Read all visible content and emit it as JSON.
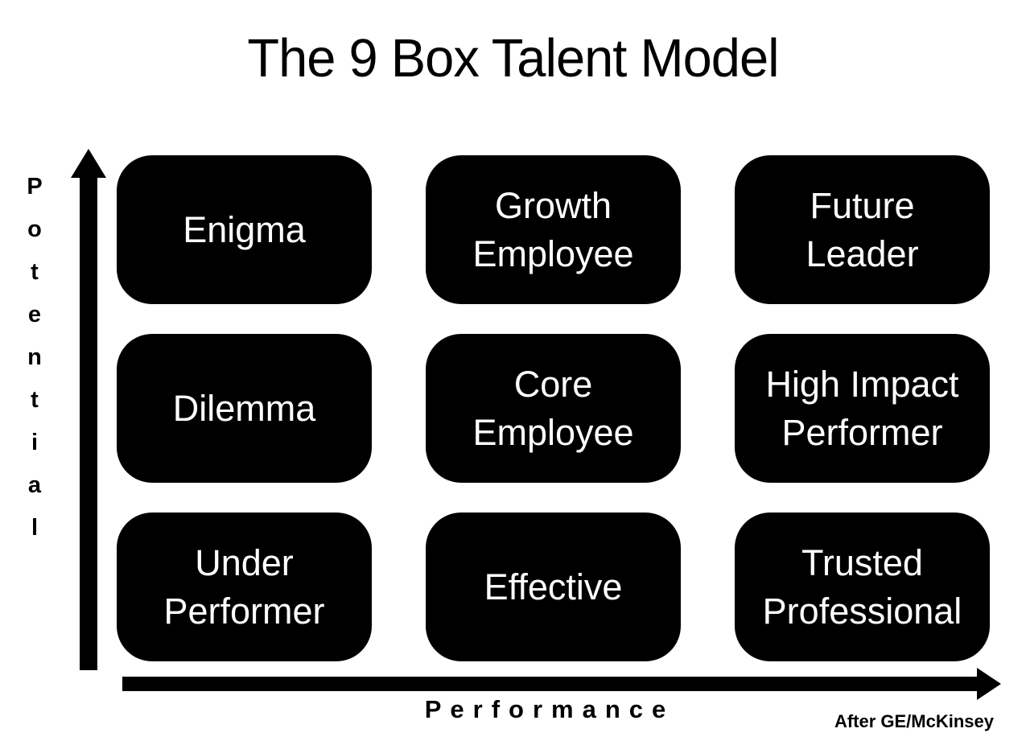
{
  "title": "The 9 Box Talent Model",
  "axes": {
    "y": {
      "label": "Potential"
    },
    "x": {
      "label": "Performance"
    }
  },
  "matrix": {
    "rows": [
      [
        "Enigma",
        "Growth\nEmployee",
        "Future\nLeader"
      ],
      [
        "Dilemma",
        "Core\nEmployee",
        "High Impact\nPerformer"
      ],
      [
        "Under\nPerformer",
        "Effective",
        "Trusted\nProfessional"
      ]
    ]
  },
  "attribution": "After GE/McKinsey",
  "colors": {
    "background": "#ffffff",
    "box_fill": "#000000",
    "box_text": "#ffffff",
    "axis_color": "#000000",
    "title_color": "#000000"
  }
}
